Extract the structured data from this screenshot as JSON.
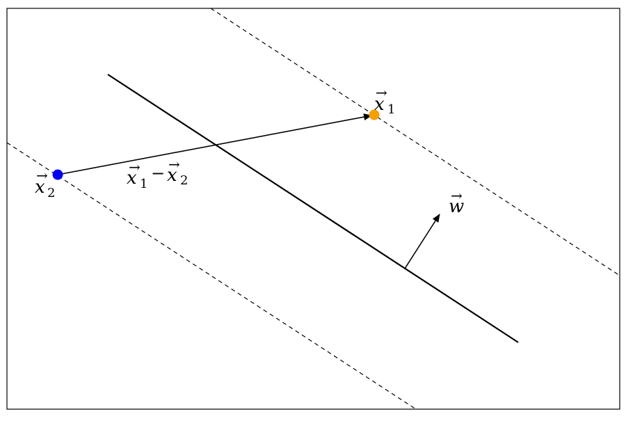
{
  "colors": {
    "frame": "#000000",
    "hyperplane": "#000000",
    "margin": "#000000",
    "point_x1": "#f5a000",
    "point_x2": "#0000f0",
    "vector": "#000000"
  },
  "labels": {
    "x1": {
      "base": "x",
      "sub": "1",
      "arrow": "→"
    },
    "x2": {
      "base": "x",
      "sub": "2",
      "arrow": "→"
    },
    "diff": {
      "a_base": "x",
      "a_sub": "1",
      "op": "−",
      "b_base": "x",
      "b_sub": "2",
      "arrow": "→"
    },
    "w": {
      "base": "w",
      "arrow": "→"
    }
  }
}
